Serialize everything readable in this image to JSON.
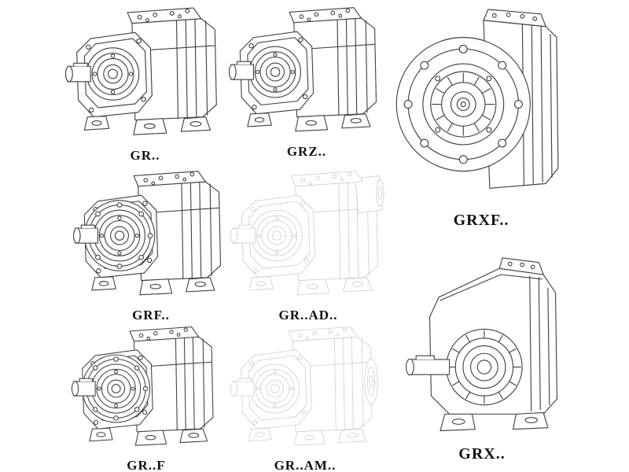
{
  "figures": [
    {
      "id": "gr",
      "label": "GR.."
    },
    {
      "id": "grz",
      "label": "GRZ.."
    },
    {
      "id": "grxf",
      "label": "GRXF.."
    },
    {
      "id": "grf",
      "label": "GRF.."
    },
    {
      "id": "gr_ad",
      "label": "GR..AD.."
    },
    {
      "id": "gr_f",
      "label": "GR..F"
    },
    {
      "id": "gr_am",
      "label": "GR..AM.."
    },
    {
      "id": "grx",
      "label": "GRX.."
    }
  ],
  "colors": {
    "line": "#3f3f3f",
    "faint_line": "#c6c6c6",
    "background": "#ffffff",
    "label": "#111111"
  }
}
